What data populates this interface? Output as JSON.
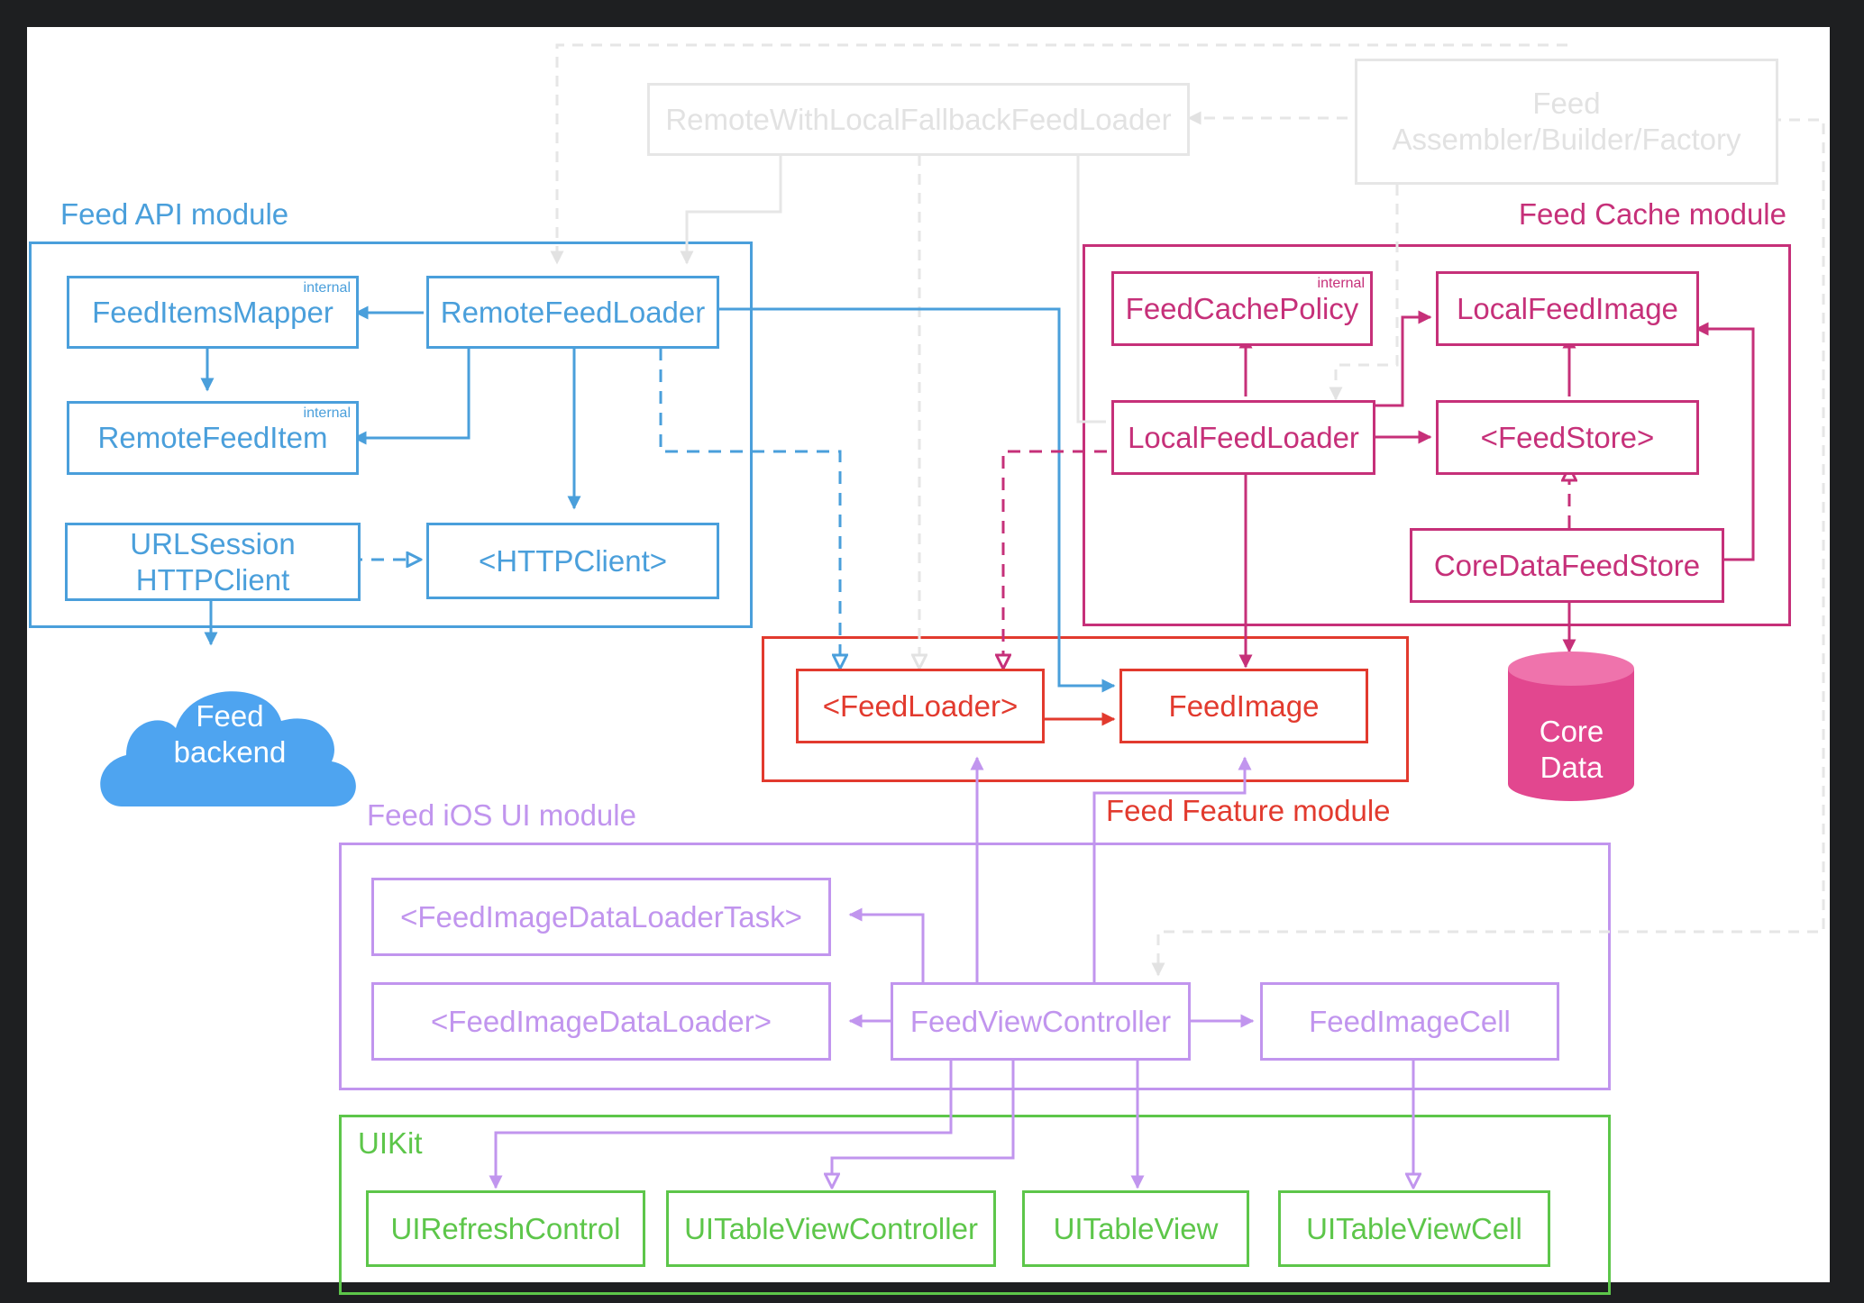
{
  "modules": {
    "api": "Feed API module",
    "cache": "Feed Cache module",
    "feature": "Feed Feature module",
    "ios": "Feed iOS UI module",
    "uikit": "UIKit"
  },
  "nodes": {
    "composite": "RemoteWithLocalFallbackFeedLoader",
    "assembler_line1": "Feed",
    "assembler_line2": "Assembler/Builder/Factory",
    "items_mapper": "FeedItemsMapper",
    "remote_loader": "RemoteFeedLoader",
    "remote_item": "RemoteFeedItem",
    "urlsession_line1": "URLSession",
    "urlsession_line2": "HTTPClient",
    "http_client": "<HTTPClient>",
    "backend_line1": "Feed",
    "backend_line2": "backend",
    "cache_policy": "FeedCachePolicy",
    "local_image": "LocalFeedImage",
    "local_loader": "LocalFeedLoader",
    "store": "<FeedStore>",
    "coredata_store": "CoreDataFeedStore",
    "coredata_line1": "Core",
    "coredata_line2": "Data",
    "feed_loader": "<FeedLoader>",
    "feed_image": "FeedImage",
    "task": "<FeedImageDataLoaderTask>",
    "data_loader": "<FeedImageDataLoader>",
    "view_controller": "FeedViewController",
    "image_cell": "FeedImageCell",
    "refresh": "UIRefreshControl",
    "table_vc": "UITableViewController",
    "table_view": "UITableView",
    "table_cell": "UITableViewCell"
  },
  "badges": {
    "internal": "internal"
  },
  "colors": {
    "api": "#4a9fdb",
    "cache": "#c63079",
    "feature": "#e23a2e",
    "ios": "#c195ee",
    "uikit": "#5dc64a",
    "gray": "#e2e2e2",
    "cloud_fill": "#4ea4f0",
    "coredata_fill": "#e2478f"
  }
}
